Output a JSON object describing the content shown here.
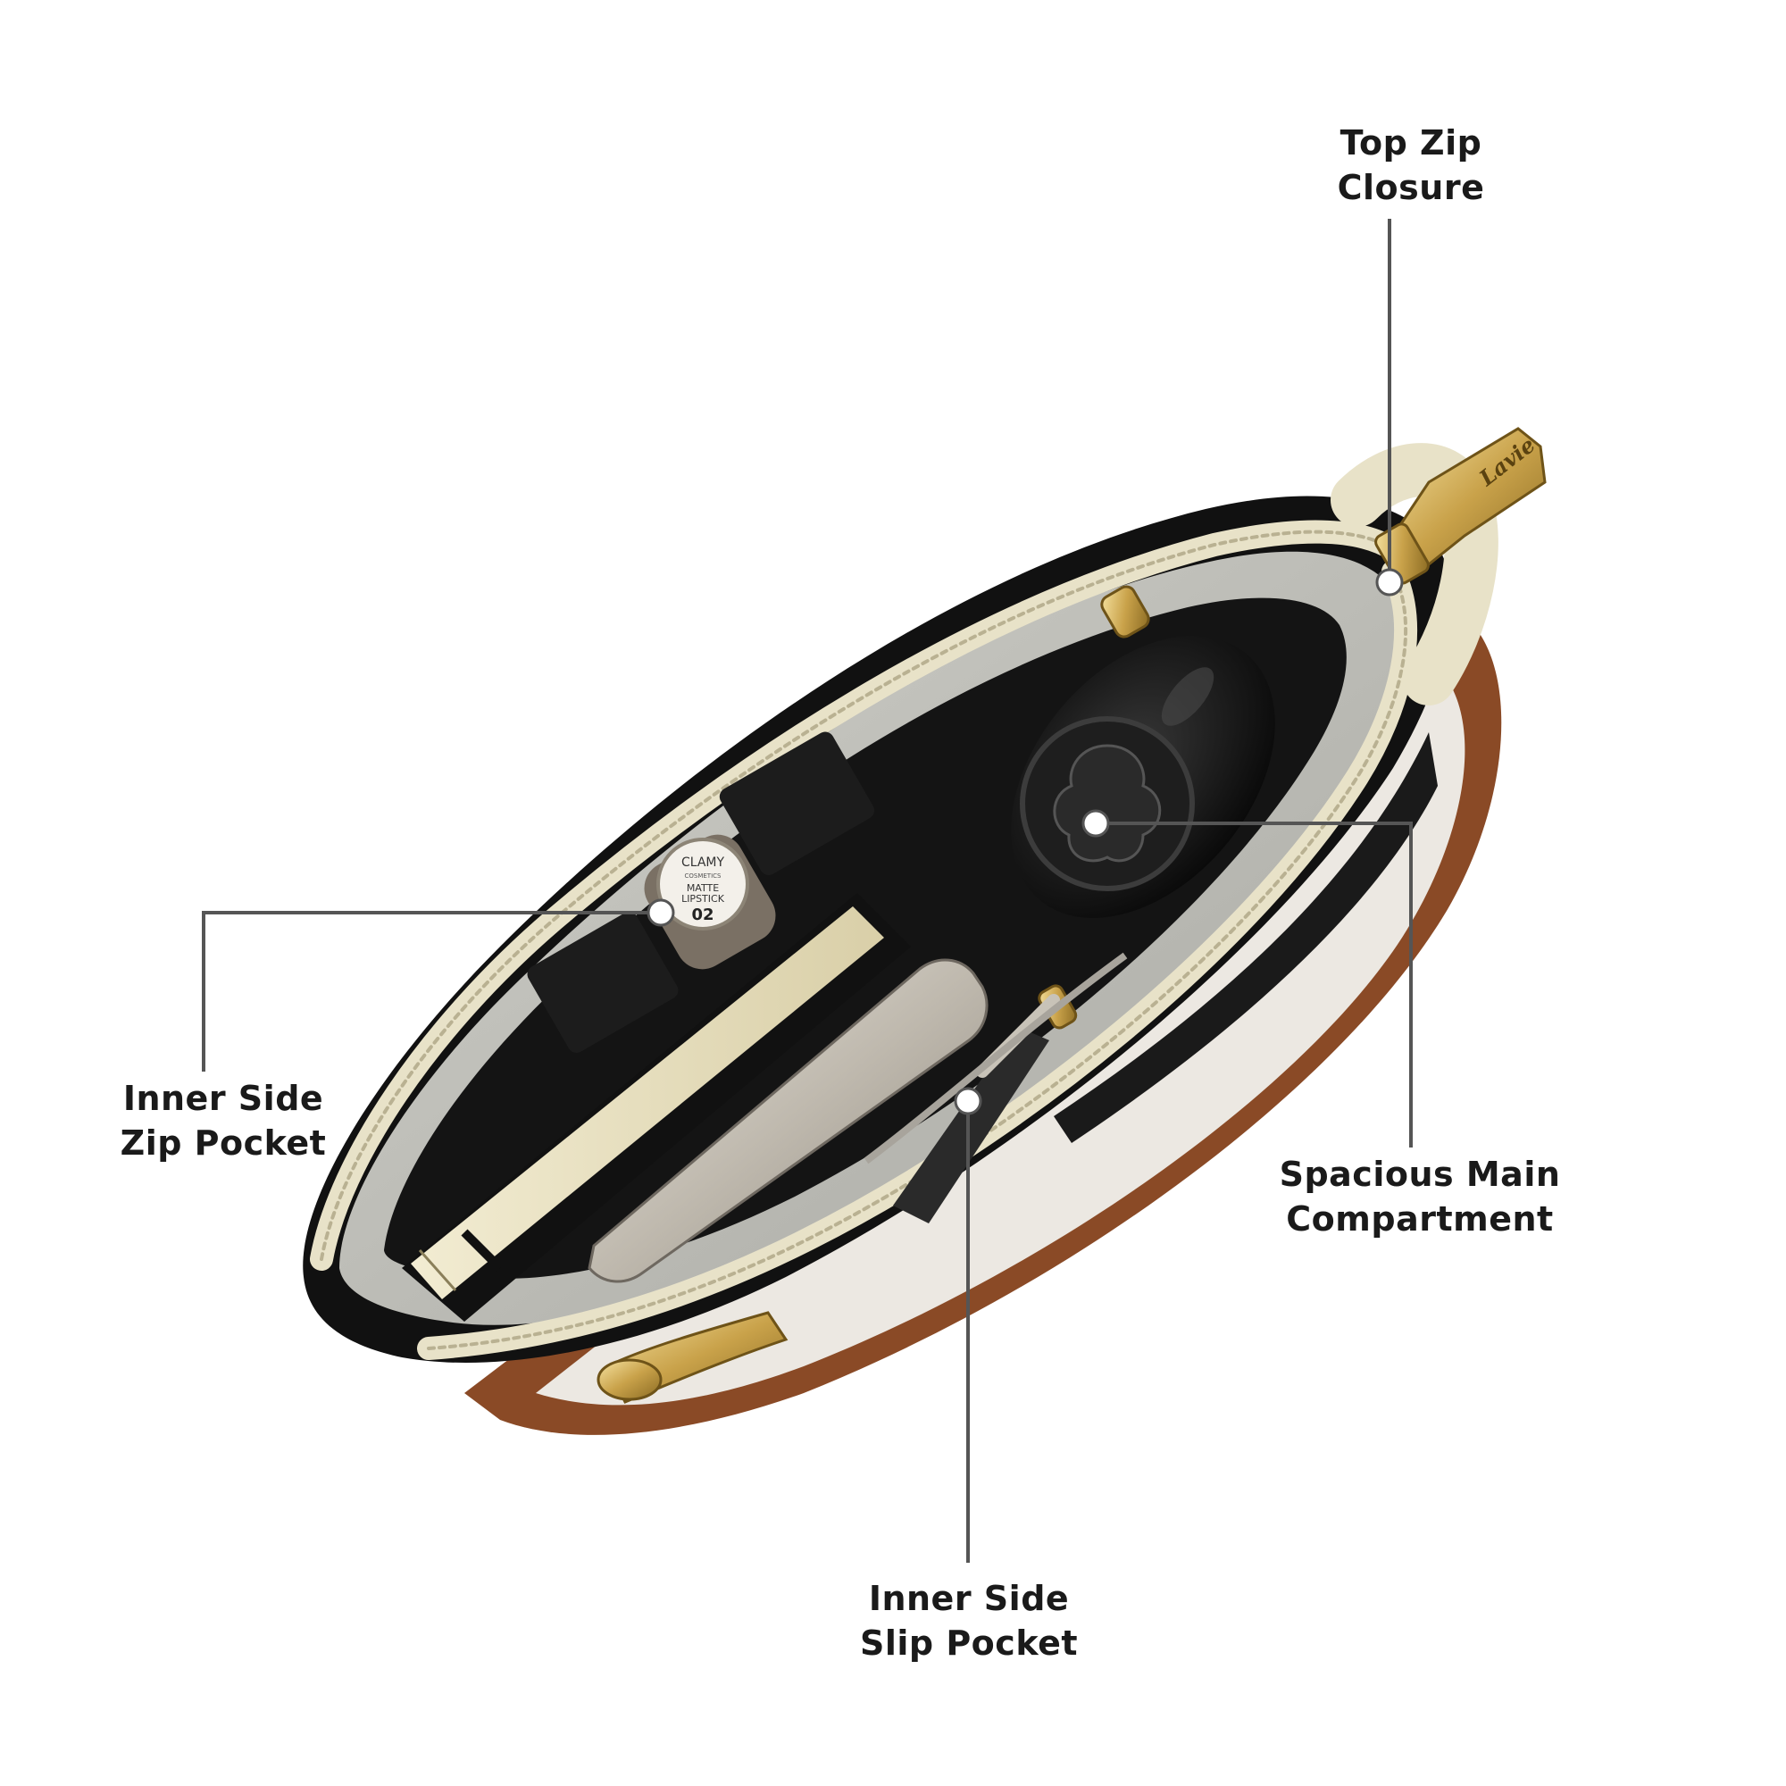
{
  "callouts": {
    "top_zip": {
      "line1": "Top Zip",
      "line2": "Closure"
    },
    "zip_pocket": {
      "line1": "Inner Side",
      "line2": "Zip Pocket"
    },
    "main_compartment": {
      "line1": "Spacious Main",
      "line2": "Compartment"
    },
    "slip_pocket": {
      "line1": "Inner Side",
      "line2": "Slip Pocket"
    }
  },
  "product": {
    "zip_pull_brand": "Lavie",
    "lipstick_brand": "CLAMY",
    "lipstick_sub": "COSMETICS",
    "lipstick_line1": "MATTE",
    "lipstick_line2": "LIPSTICK",
    "lipstick_shade": "02"
  },
  "colors": {
    "leader_line": "#555555",
    "bag_black": "#111111",
    "zipper_cream": "#e8e2c8",
    "lining_grey": "#bcbcb6",
    "hardware_gold": "#c9a24a",
    "tan_leather": "#8a4a26"
  }
}
